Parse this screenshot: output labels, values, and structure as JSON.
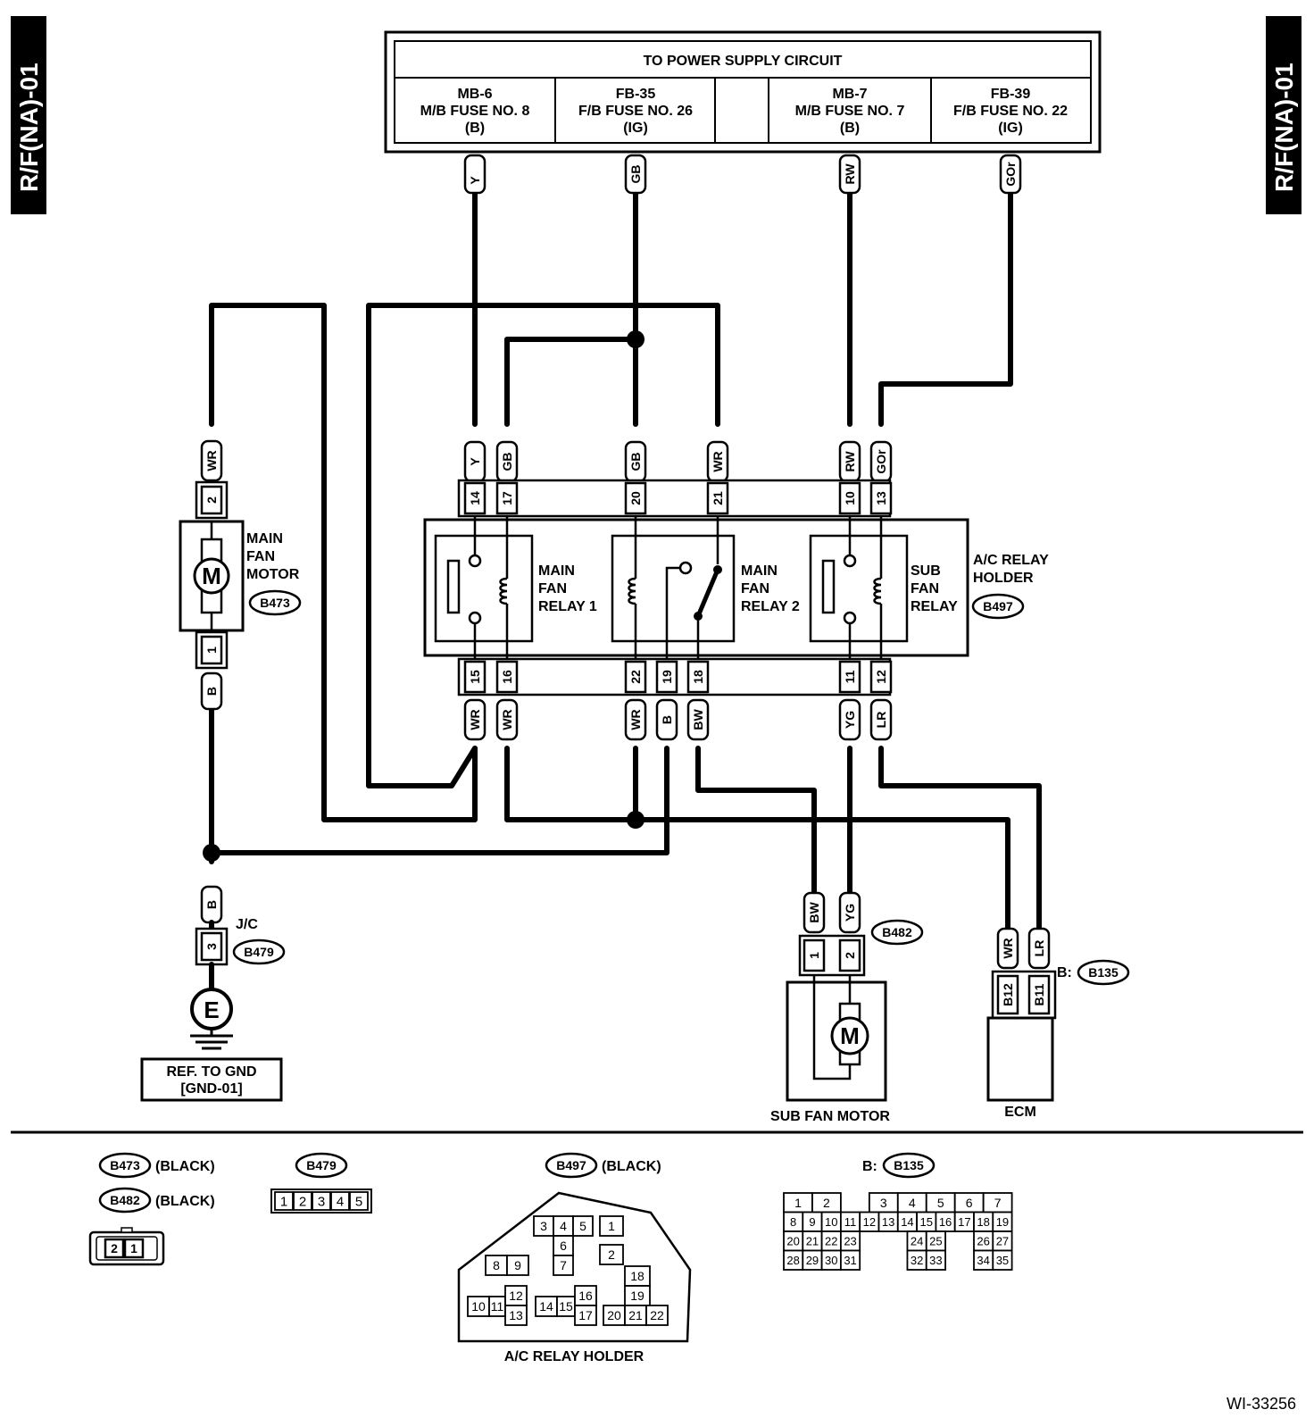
{
  "side_tab": "R/F(NA)-01",
  "power": {
    "title": "TO POWER SUPPLY CIRCUIT",
    "cells": [
      {
        "id": "MB-6",
        "fuse": "M/B FUSE NO. 8",
        "type": "(B)"
      },
      {
        "id": "FB-35",
        "fuse": "F/B FUSE NO. 26",
        "type": "(IG)"
      },
      {
        "id": "MB-7",
        "fuse": "M/B FUSE NO. 7",
        "type": "(B)"
      },
      {
        "id": "FB-39",
        "fuse": "F/B FUSE NO. 22",
        "type": "(IG)"
      }
    ]
  },
  "wires": {
    "Y": "Y",
    "GB": "GB",
    "RW": "RW",
    "GOr": "GOr",
    "WR": "WR",
    "B": "B",
    "BW": "BW",
    "YG": "YG",
    "LR": "LR"
  },
  "relay_holder": {
    "label": [
      "A/C RELAY",
      "HOLDER"
    ],
    "connector": "B497",
    "pins_top": [
      "14",
      "17",
      "20",
      "21",
      "10",
      "13"
    ],
    "pins_bottom": [
      "15",
      "16",
      "22",
      "19",
      "18",
      "11",
      "12"
    ],
    "relay1": [
      "MAIN",
      "FAN",
      "RELAY 1"
    ],
    "relay2": [
      "MAIN",
      "FAN",
      "RELAY 2"
    ],
    "relay3": [
      "SUB",
      "FAN",
      "RELAY"
    ]
  },
  "main_fan_motor": {
    "label": [
      "MAIN",
      "FAN",
      "MOTOR"
    ],
    "connector": "B473",
    "pin_top": "2",
    "pin_bottom": "1",
    "symbol": "M"
  },
  "jc": {
    "label": "J/C",
    "connector": "B479",
    "pin": "3"
  },
  "ground": {
    "symbol": "E",
    "ref": [
      "REF. TO GND",
      "[GND-01]"
    ]
  },
  "sub_fan_motor": {
    "label": "SUB FAN MOTOR",
    "connector": "B482",
    "pins": [
      "1",
      "2"
    ],
    "symbol": "M"
  },
  "ecm": {
    "label": "ECM",
    "connector_prefix": "B:",
    "connector": "B135",
    "pins": [
      "B12",
      "B11"
    ]
  },
  "legend": {
    "b473": {
      "code": "B473",
      "color": "(BLACK)"
    },
    "b482": {
      "code": "B482",
      "color": "(BLACK)"
    },
    "b482_pins": [
      "2",
      "1"
    ],
    "b479": {
      "code": "B479",
      "pins": [
        "1",
        "2",
        "3",
        "4",
        "5"
      ]
    },
    "b497": {
      "code": "B497",
      "color": "(BLACK)",
      "caption": "A/C RELAY HOLDER",
      "pins": [
        "1",
        "2",
        "3",
        "4",
        "5",
        "6",
        "7",
        "8",
        "9",
        "10",
        "11",
        "12",
        "13",
        "14",
        "15",
        "16",
        "17",
        "18",
        "19",
        "20",
        "21",
        "22"
      ]
    },
    "b135": {
      "prefix": "B:",
      "code": "B135",
      "pins": [
        "1",
        "2",
        "3",
        "4",
        "5",
        "6",
        "7",
        "8",
        "9",
        "10",
        "11",
        "12",
        "13",
        "14",
        "15",
        "16",
        "17",
        "18",
        "19",
        "20",
        "21",
        "22",
        "23",
        "24",
        "25",
        "26",
        "27",
        "28",
        "29",
        "30",
        "31",
        "32",
        "33",
        "34",
        "35"
      ]
    }
  },
  "figure_id": "WI-33256"
}
